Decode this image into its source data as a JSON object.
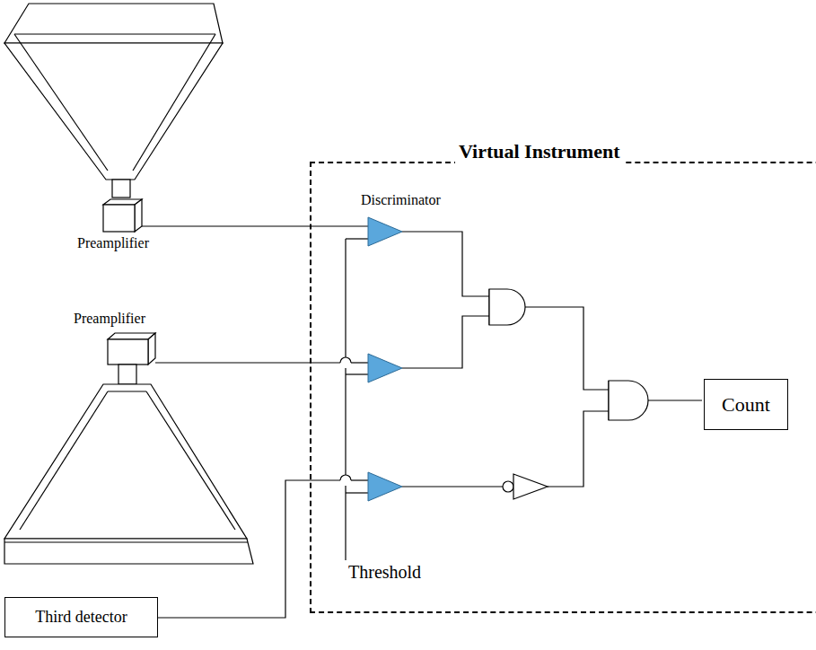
{
  "diagram": {
    "nodes": [
      {
        "text": [
          "Virtual Instrument"
        ]
      },
      {
        "text": [
          "Count"
        ],
        "in": 0
      },
      {
        "text": [
          "Third detector"
        ]
      }
    ],
    "labels": [
      "Preamplifier",
      "Preamplifier",
      "Discriminator",
      "Threshold"
    ]
  }
}
